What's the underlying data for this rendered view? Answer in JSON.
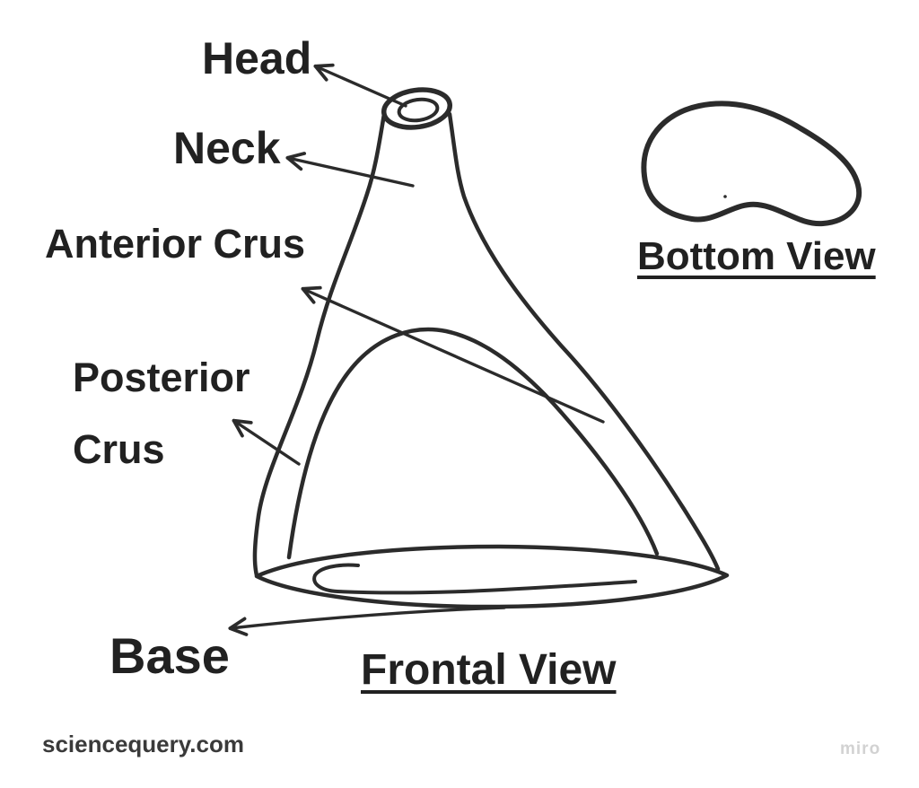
{
  "title": "Stapes bone anatomy diagram",
  "colors": {
    "background": "#ffffff",
    "line": "#2b2b2b",
    "text": "#212121",
    "source_text": "#3a3a3a",
    "miro_text": "#d2d2d2"
  },
  "labels": {
    "head": "Head",
    "neck": "Neck",
    "anterior_crus": "Anterior Crus",
    "posterior_crus_line1": "Posterior",
    "posterior_crus_line2": "Crus",
    "base": "Base"
  },
  "captions": {
    "frontal_view": "Frontal View",
    "bottom_view": "Bottom View"
  },
  "watermarks": {
    "source": "sciencequery.com",
    "brand": "miro"
  }
}
